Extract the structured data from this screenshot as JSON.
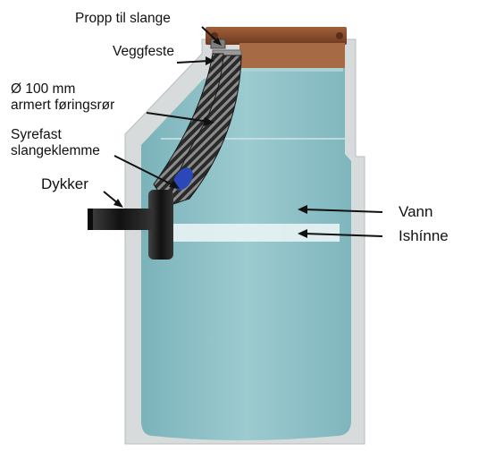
{
  "labels": {
    "plug": "Propp til slange",
    "wall_mount": "Veggfeste",
    "pipe_line1": "Ø 100 mm",
    "pipe_line2": "armert føringsrør",
    "clamp_line1": "Syrefast",
    "clamp_line2": "slangeklemme",
    "diver": "Dykker",
    "water": "Vann",
    "ice": "Ishínne"
  },
  "colors": {
    "concrete": "#d6d9d9",
    "water": "#86bcc2",
    "ice_band": "#dfeeee",
    "lid": "#8a4a2a",
    "pipe_black": "#1c1c1c",
    "clamp_blue": "#2a48b8"
  }
}
